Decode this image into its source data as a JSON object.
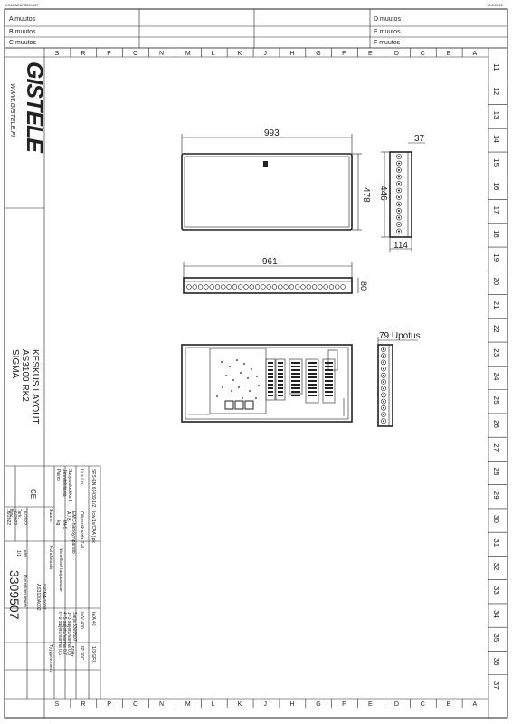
{
  "header": {
    "top_left_code": "KOLUMNE 3309507",
    "top_right_date": "16.8.2022",
    "revisions_left": [
      "A muutos",
      "B muutos",
      "C muutos"
    ],
    "revisions_right": [
      "D muutos",
      "E muutos",
      "F muutos"
    ]
  },
  "grid": {
    "columns": [
      "S",
      "R",
      "P",
      "O",
      "N",
      "M",
      "L",
      "K",
      "J",
      "H",
      "G",
      "F",
      "E",
      "D",
      "C",
      "B",
      "A"
    ],
    "rows": [
      "11",
      "12",
      "13",
      "14",
      "15",
      "16",
      "17",
      "18",
      "19",
      "20",
      "21",
      "22",
      "23",
      "24",
      "25",
      "26",
      "27",
      "28",
      "29",
      "30",
      "31",
      "32",
      "33",
      "34",
      "35",
      "36",
      "37"
    ]
  },
  "brand": {
    "logo": "GISTELE",
    "website": "WWW.GISTELE.FI"
  },
  "title_block": {
    "title_lines": [
      "SIGMA",
      "AS3100 RK2",
      "KESKUS LAYOUT"
    ],
    "spec_lines": [
      "SFS-EN 61439-1/2",
      "Ui = Un",
      "Suojausluokka 1",
      "Jänniteliitäntä",
      "Paino"
    ],
    "spec_values": [
      "Icw 1s/CAA | pk",
      "Oikosulkuvirta  2-4",
      "EMC-häiriöympäristö",
      "A / B",
      "Nimelliset taajuusalue",
      "IN-S",
      "kg"
    ],
    "mid_values": [
      "In/A 40",
      "Iu/V 400",
      "Sarja 3309507",
      "1~3 suljetu/varma 0,8",
      "4~5 suljetu/varma 0,7",
      "6~9 suljetu/varma 0,6"
    ],
    "right_values": [
      "1/3 GFX",
      "IP 30C",
      "50Hz"
    ],
    "customer_label": "Kohdistusta",
    "customer_value": "SIGMA/1002",
    "customer_value2": "AS3100A002",
    "made_label": "Suunn.",
    "made_value": "16/2022",
    "checked_label": "Tark.",
    "checked_value": "16/2022",
    "approved_label": "Hyv.",
    "approved_value": "16/2022",
    "sheet_label": "Lehti",
    "sheet_value": "1/1",
    "drawing_no_label": "Piirustusnumero",
    "drawing_no": "3309507",
    "type_no_label": "Tyyppinumero",
    "ce_mark": "CE"
  },
  "dimensions": {
    "front_width": "993",
    "front_height": "478",
    "side_depth": "37",
    "side_height": "446",
    "side_width": "114",
    "bottom_width": "961",
    "bottom_depth": "80",
    "recess_label": "79 Upotus"
  }
}
